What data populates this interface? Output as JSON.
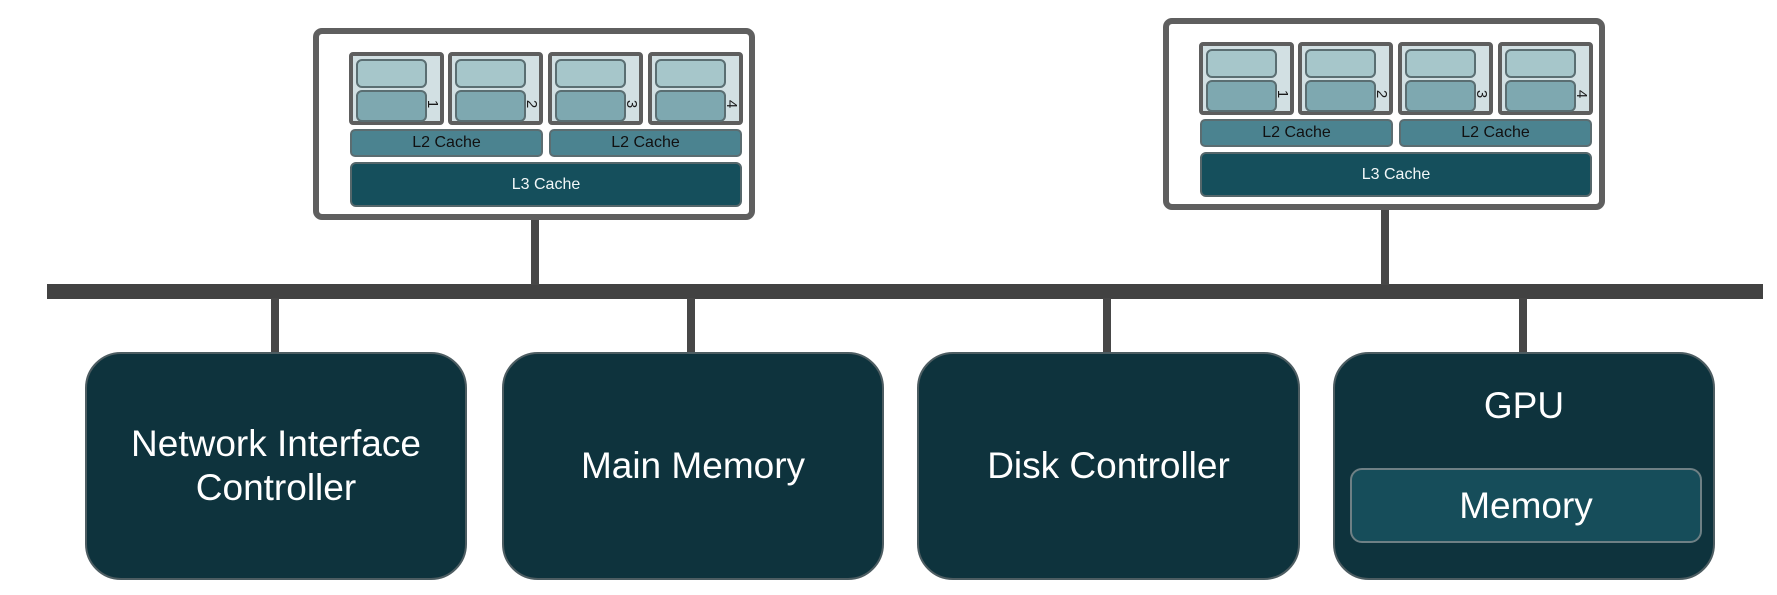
{
  "diagram": {
    "title": "",
    "cpus": [
      {
        "id": "cpu-left",
        "cores": [
          {
            "number": "1"
          },
          {
            "number": "2"
          },
          {
            "number": "3"
          },
          {
            "number": "4"
          }
        ],
        "l2_caches": [
          "L2 Cache",
          "L2 Cache"
        ],
        "l3_cache": "L3 Cache"
      },
      {
        "id": "cpu-right",
        "cores": [
          {
            "number": "1"
          },
          {
            "number": "2"
          },
          {
            "number": "3"
          },
          {
            "number": "4"
          }
        ],
        "l2_caches": [
          "L2 Cache",
          "L2 Cache"
        ],
        "l3_cache": "L3 Cache"
      }
    ],
    "bus": {
      "label": ""
    },
    "devices": [
      {
        "id": "nic",
        "label_line1": "Network Interface",
        "label_line2": "Controller"
      },
      {
        "id": "main-memory",
        "label": "Main Memory"
      },
      {
        "id": "disk-controller",
        "label": "Disk Controller"
      },
      {
        "id": "gpu",
        "label": "GPU",
        "sub_component": "Memory"
      }
    ],
    "colors": {
      "bus": "#424242",
      "device_fill": "#0e333d",
      "l3_fill": "#154f5c",
      "l2_fill": "#4b8390",
      "core_fill": "#d2e0e3",
      "register_top": "#a6c6ca",
      "register_bottom": "#7ea8b0",
      "gpu_memory_fill": "#164d5a"
    }
  }
}
